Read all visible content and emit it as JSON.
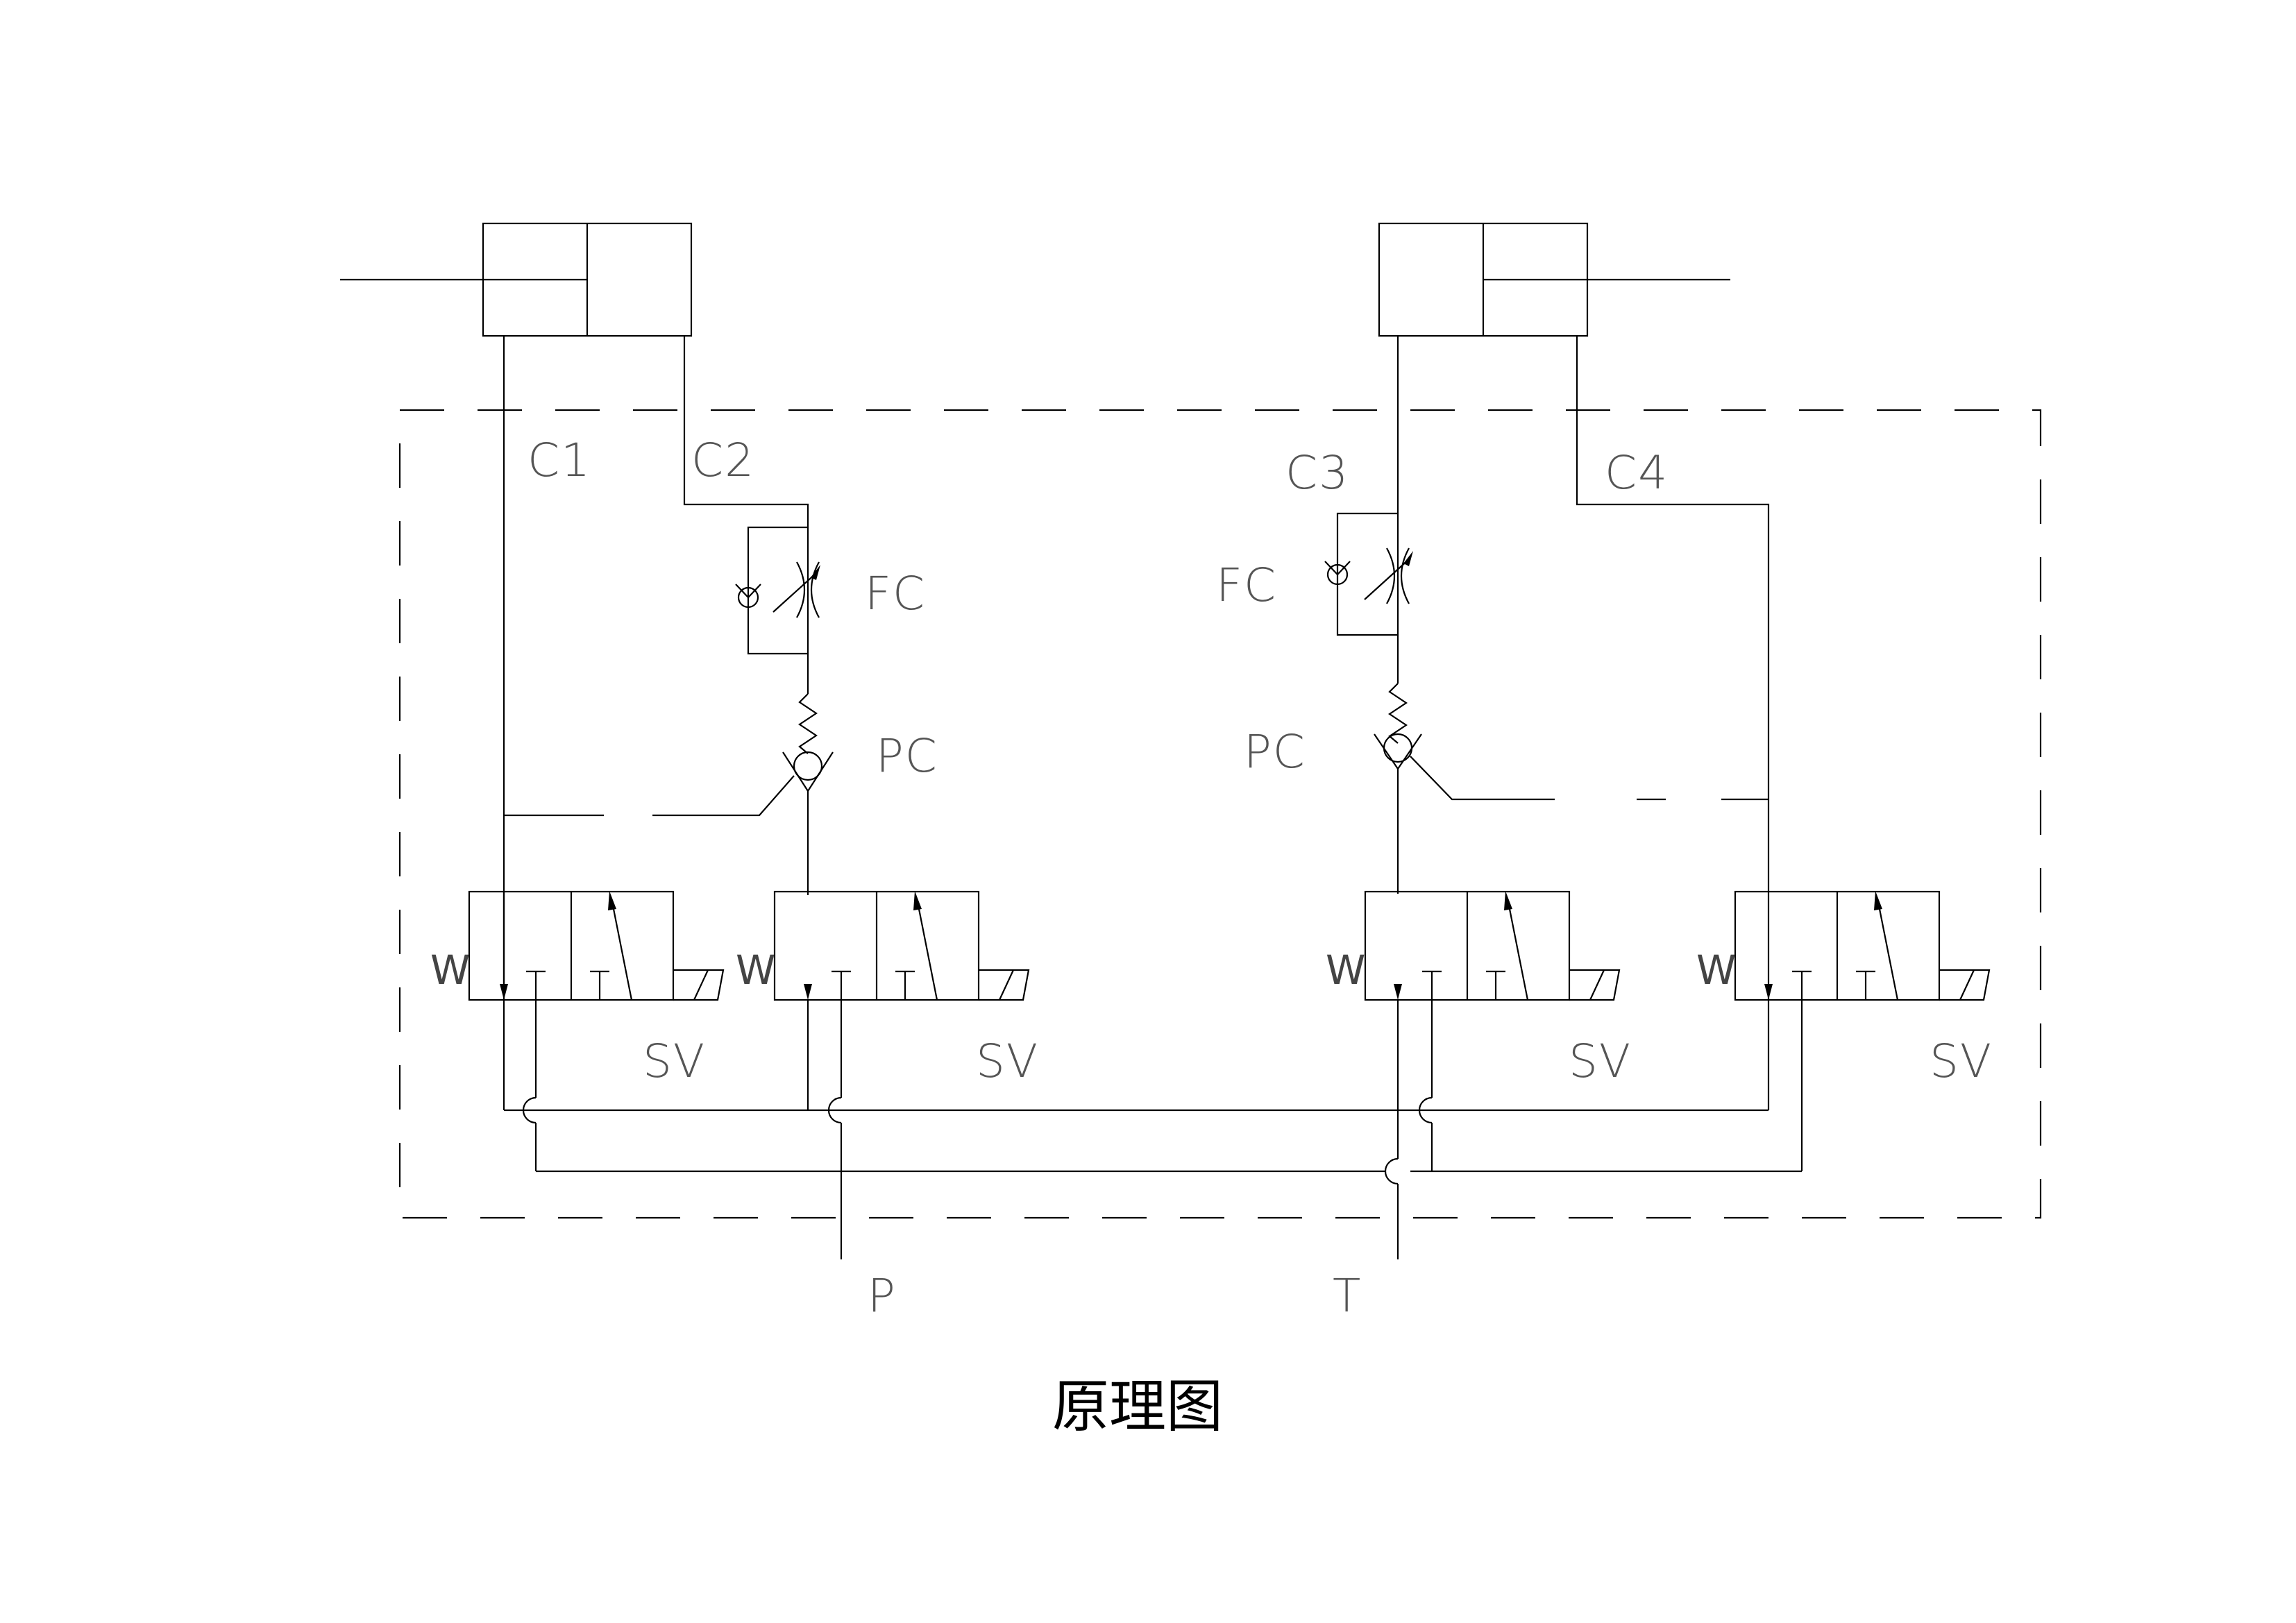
{
  "diagram": {
    "title": "原理图",
    "port_labels": {
      "c1": "C1",
      "c2": "C2",
      "c3": "C3",
      "c4": "C4",
      "p": "P",
      "t": "T"
    },
    "component_labels": {
      "fc_left": "FC",
      "fc_right": "FC",
      "pc_left": "PC",
      "pc_right": "PC",
      "sv_1": "SV",
      "sv_2": "SV",
      "sv_3": "SV",
      "sv_4": "SV"
    },
    "valve_marks": {
      "w": "W",
      "t": "T"
    }
  }
}
